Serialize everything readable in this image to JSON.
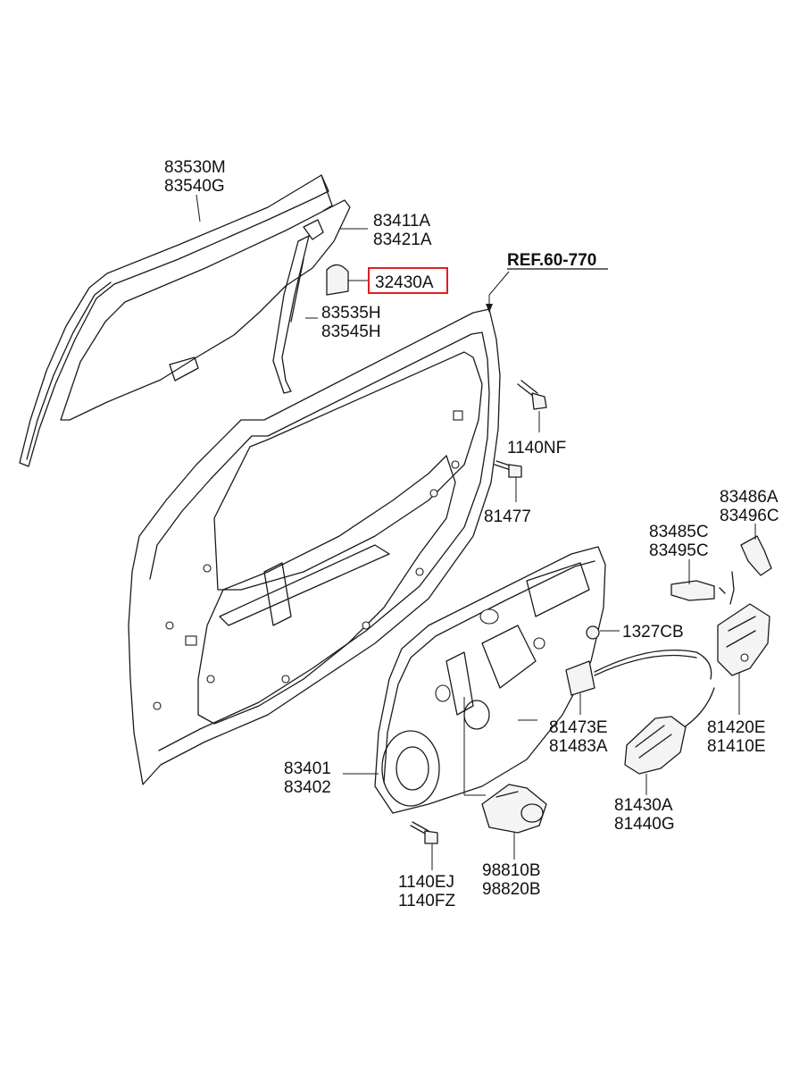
{
  "labels": {
    "run_channel": [
      "83530M",
      "83540G"
    ],
    "door_glass": [
      "83411A",
      "83421A"
    ],
    "highlighted_part": "32430A",
    "ref": "REF.60-770",
    "glass_channel": [
      "83535H",
      "83545H"
    ],
    "bolt_top": "1140NF",
    "clip": "81477",
    "rod_upper": [
      "83486A",
      "83496C"
    ],
    "rod_lower": [
      "83485C",
      "83495C"
    ],
    "grommet": "1327CB",
    "cable_a": [
      "81473E",
      "81483A"
    ],
    "latch": [
      "81420E",
      "81410E"
    ],
    "module_panel": [
      "83401",
      "83402"
    ],
    "actuator": [
      "81430A",
      "81440G"
    ],
    "bolt_bottom": [
      "1140EJ",
      "1140FZ"
    ],
    "regulator_motor": [
      "98810B",
      "98820B"
    ]
  },
  "colors": {
    "highlight": "#e02020",
    "line": "#1a1a1a"
  }
}
